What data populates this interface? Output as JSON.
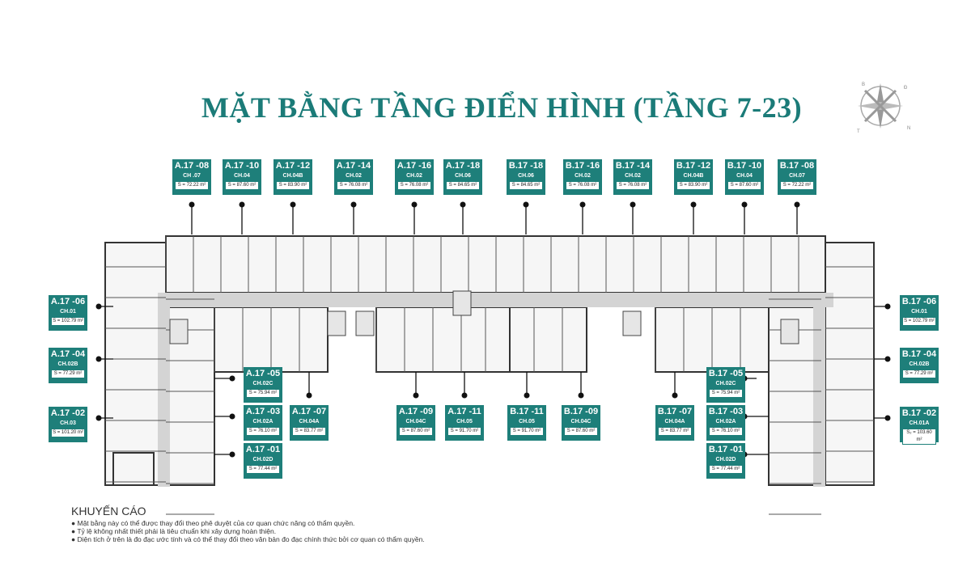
{
  "title": "MẶT BẰNG TẦNG ĐIỂN HÌNH (TẦNG 7-23)",
  "compass_letters": [
    "B",
    "Đ",
    "N",
    "T"
  ],
  "units": [
    {
      "code": "A.17 -08",
      "type": "CH  .07",
      "area": "S = 72.22 m²"
    },
    {
      "code": "A.17 -10",
      "type": "CH.04",
      "area": "S = 87.60 m²"
    },
    {
      "code": "A.17 -12",
      "type": "CH.04B",
      "area": "S = 83.90 m²"
    },
    {
      "code": "A.17 -14",
      "type": "CH.02",
      "area": "S = 76.08 m²"
    },
    {
      "code": "A.17 -16",
      "type": "CH.02",
      "area": "S = 76.08 m²"
    },
    {
      "code": "A.17 -18",
      "type": "CH.06",
      "area": "S = 84.65 m²"
    },
    {
      "code": "B.17 -18",
      "type": "CH.06",
      "area": "S = 84.65 m²"
    },
    {
      "code": "B.17 -16",
      "type": "CH.02",
      "area": "S = 76.08 m²"
    },
    {
      "code": "B.17 -14",
      "type": "CH.02",
      "area": "S = 76.08 m²"
    },
    {
      "code": "B.17 -12",
      "type": "CH.04B",
      "area": "S = 83.90 m²"
    },
    {
      "code": "B.17 -10",
      "type": "CH.04",
      "area": "S = 87.60 m²"
    },
    {
      "code": "B.17 -08",
      "type": "CH.07",
      "area": "S = 72.22 m²"
    },
    {
      "code": "A.17 -06",
      "type": "CH.01",
      "area": "S = 102.79 m²"
    },
    {
      "code": "A.17 -04",
      "type": "CH.02B",
      "area": "S = 77.29 m²"
    },
    {
      "code": "A.17 -02",
      "type": "CH.03",
      "area": "S = 101.20 m²"
    },
    {
      "code": "B.17 -06",
      "type": "CH.01",
      "area": "S = 102.79 m²"
    },
    {
      "code": "B.17 -04",
      "type": "CH.02B",
      "area": "S = 77.29 m²"
    },
    {
      "code": "B.17 -02",
      "type": "CH.01A",
      "area": "S₂ = 103.60 m²"
    },
    {
      "code": "A.17 -05",
      "type": "CH.02C",
      "area": "S = 75.94 m²"
    },
    {
      "code": "A.17 -03",
      "type": "CH.02A",
      "area": "S = 76.10 m²"
    },
    {
      "code": "A.17 -01",
      "type": "CH.02D",
      "area": "S = 77.44 m²"
    },
    {
      "code": "A.17 -07",
      "type": "CH.04A",
      "area": "S = 83.77 m²"
    },
    {
      "code": "A.17 -09",
      "type": "CH.04C",
      "area": "S = 87.60 m²"
    },
    {
      "code": "A.17 -11",
      "type": "CH.05",
      "area": "S = 91.70 m²"
    },
    {
      "code": "B.17 -11",
      "type": "CH.05",
      "area": "S = 91.70 m²"
    },
    {
      "code": "B.17 -09",
      "type": "CH.04C",
      "area": "S = 87.60 m²"
    },
    {
      "code": "B.17 -07",
      "type": "CH.04A",
      "area": "S = 83.77 m²"
    },
    {
      "code": "B.17 -05",
      "type": "CH.02C",
      "area": "S = 75.94 m²"
    },
    {
      "code": "B.17 -03",
      "type": "CH.02A",
      "area": "S = 76.10 m²"
    },
    {
      "code": "B.17 -01",
      "type": "CH.02D",
      "area": "S = 77.44 m²"
    }
  ],
  "notes": {
    "heading": "KHUYẾN CÁO",
    "items": [
      "● Mặt bằng này có thể được thay đổi theo phê duyệt của cơ quan chức năng có thẩm quyền.",
      "● Tỷ lệ không nhất thiết phải là tiêu chuẩn khi xây dựng hoàn thiện.",
      "● Diện tích ở trên là đo đạc ước tính và có thể thay đổi theo văn bản đo đạc chính thức bởi cơ quan có thẩm quyền."
    ]
  }
}
